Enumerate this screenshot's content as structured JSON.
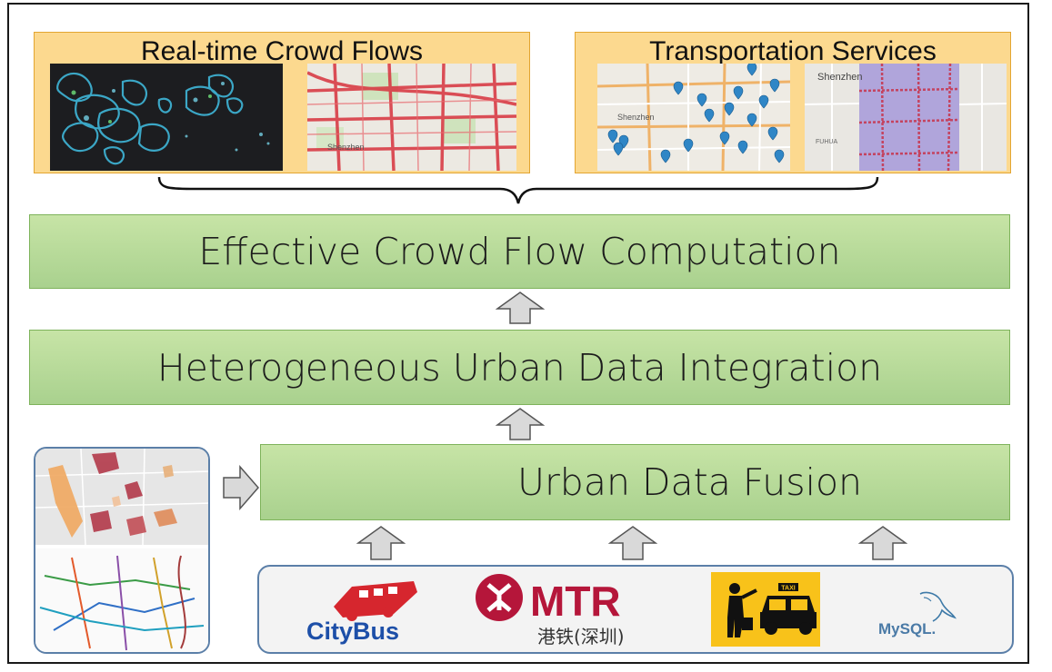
{
  "panels": {
    "crowd_flows": {
      "title": "Real-time Crowd Flows"
    },
    "transport": {
      "title": "Transportation Services"
    }
  },
  "layers": {
    "computation": "Effective Crowd Flow Computation",
    "integration": "Heterogeneous Urban Data Integration",
    "fusion": "Urban Data Fusion"
  },
  "map_labels": {
    "shenzhen": "Shenzhen",
    "fuhua": "FUHUA"
  },
  "sources": {
    "citybus": "CityBus",
    "mtr": "MTR",
    "mtr_sub": "港铁(深圳)",
    "taxi": "TAXI",
    "mysql": "MySQL."
  },
  "colors": {
    "panel_fill": "#fcd98f",
    "layer_fill": "#b7da97",
    "mtr_red": "#b5163a",
    "citybus_blue": "#1d4fa8",
    "taxi_yellow": "#f8c21a"
  }
}
